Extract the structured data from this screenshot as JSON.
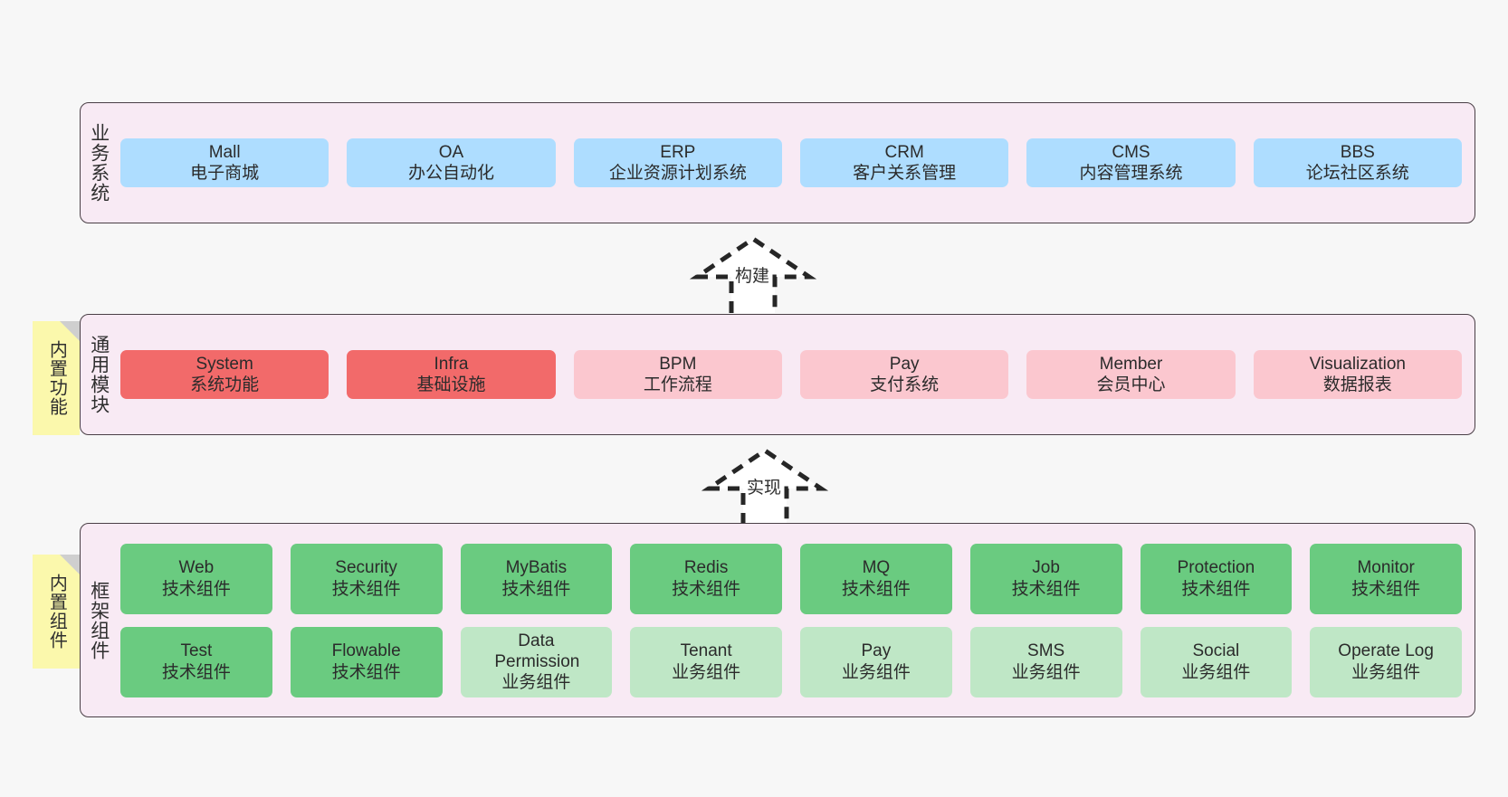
{
  "diagram": {
    "title_colors": {
      "panel_bg": "#f8eaf4",
      "panel_border": "#4a3f46",
      "business_node": "#aeddff",
      "core_module_node": "#f26a6a",
      "module_node": "#fbc7cf",
      "tech_component_node": "#6acb80",
      "biz_component_node": "#bfe7c6",
      "note_bg": "#fbf8ac",
      "note_fold": "#cfcfcf",
      "canvas_bg": "#f7f7f7"
    },
    "layers": [
      {
        "name": "business-systems",
        "label": "业务系统",
        "rows": [
          {
            "nodes": [
              {
                "title": "Mall",
                "subtitle": "电子商城",
                "style": "blue"
              },
              {
                "title": "OA",
                "subtitle": "办公自动化",
                "style": "blue"
              },
              {
                "title": "ERP",
                "subtitle": "企业资源计划系统",
                "style": "blue"
              },
              {
                "title": "CRM",
                "subtitle": "客户关系管理",
                "style": "blue"
              },
              {
                "title": "CMS",
                "subtitle": "内容管理系统",
                "style": "blue"
              },
              {
                "title": "BBS",
                "subtitle": "论坛社区系统",
                "style": "blue"
              }
            ]
          }
        ]
      },
      {
        "name": "common-modules",
        "label": "通用模块",
        "note": "内置功能",
        "rows": [
          {
            "nodes": [
              {
                "title": "System",
                "subtitle": "系统功能",
                "style": "red"
              },
              {
                "title": "Infra",
                "subtitle": "基础设施",
                "style": "red"
              },
              {
                "title": "BPM",
                "subtitle": "工作流程",
                "style": "pink"
              },
              {
                "title": "Pay",
                "subtitle": "支付系统",
                "style": "pink"
              },
              {
                "title": "Member",
                "subtitle": "会员中心",
                "style": "pink"
              },
              {
                "title": "Visualization",
                "subtitle": "数据报表",
                "style": "pink"
              }
            ]
          }
        ]
      },
      {
        "name": "framework-components",
        "label": "框架组件",
        "note": "内置组件",
        "rows": [
          {
            "nodes": [
              {
                "title": "Web",
                "subtitle": "技术组件",
                "style": "green"
              },
              {
                "title": "Security",
                "subtitle": "技术组件",
                "style": "green"
              },
              {
                "title": "MyBatis",
                "subtitle": "技术组件",
                "style": "green"
              },
              {
                "title": "Redis",
                "subtitle": "技术组件",
                "style": "green"
              },
              {
                "title": "MQ",
                "subtitle": "技术组件",
                "style": "green"
              },
              {
                "title": "Job",
                "subtitle": "技术组件",
                "style": "green"
              },
              {
                "title": "Protection",
                "subtitle": "技术组件",
                "style": "green"
              },
              {
                "title": "Monitor",
                "subtitle": "技术组件",
                "style": "green"
              }
            ]
          },
          {
            "nodes": [
              {
                "title": "Test",
                "subtitle": "技术组件",
                "style": "green"
              },
              {
                "title": "Flowable",
                "subtitle": "技术组件",
                "style": "green"
              },
              {
                "title": "Data Permission",
                "subtitle": "业务组件",
                "style": "lightgreen"
              },
              {
                "title": "Tenant",
                "subtitle": "业务组件",
                "style": "lightgreen"
              },
              {
                "title": "Pay",
                "subtitle": "业务组件",
                "style": "lightgreen"
              },
              {
                "title": "SMS",
                "subtitle": "业务组件",
                "style": "lightgreen"
              },
              {
                "title": "Social",
                "subtitle": "业务组件",
                "style": "lightgreen"
              },
              {
                "title": "Operate Log",
                "subtitle": "业务组件",
                "style": "lightgreen"
              }
            ]
          }
        ]
      }
    ],
    "connectors": [
      {
        "name": "build-arrow",
        "label": "构建",
        "direction": "up"
      },
      {
        "name": "implement-arrow",
        "label": "实现",
        "direction": "up"
      }
    ]
  }
}
